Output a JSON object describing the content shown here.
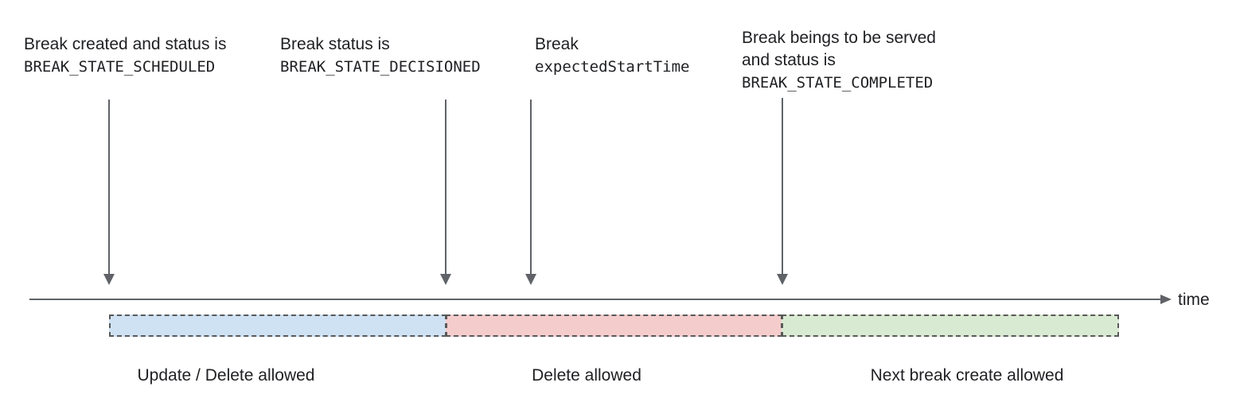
{
  "annotations": [
    {
      "line1": "Break created and status is",
      "code": "BREAK_STATE_SCHEDULED"
    },
    {
      "line1": "Break status is",
      "code": "BREAK_STATE_DECISIONED"
    },
    {
      "line1": "Break",
      "code": "expectedStartTime"
    },
    {
      "line1": "Break beings to be served",
      "line2": "and status is",
      "code": "BREAK_STATE_COMPLETED"
    }
  ],
  "timeline": {
    "axis_label": "time"
  },
  "segments": [
    {
      "label": "Update / Delete allowed",
      "color": "#cfe2f3"
    },
    {
      "label": "Delete allowed",
      "color": "#f4cccc"
    },
    {
      "label": "Next break create allowed",
      "color": "#d9ead3"
    }
  ],
  "colors": {
    "arrow_gray": "#5f6368",
    "dashed_border": "#595959",
    "text": "#202124",
    "segment_blue": "#cfe2f3",
    "segment_pink": "#f4cccc",
    "segment_green": "#d9ead3"
  }
}
